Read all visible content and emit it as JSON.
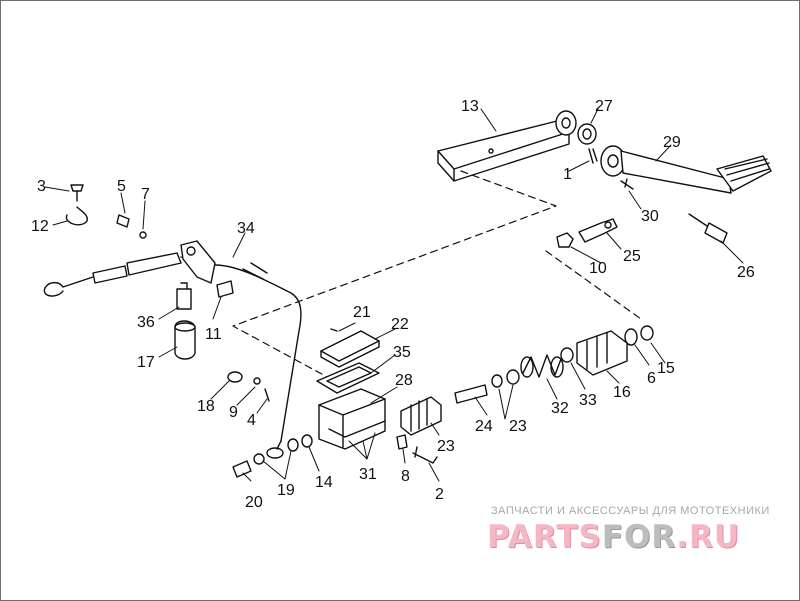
{
  "diagram": {
    "labels": {
      "l1": "1",
      "l2": "2",
      "l3": "3",
      "l4": "4",
      "l5": "5",
      "l6": "6",
      "l7": "7",
      "l8": "8",
      "l9": "9",
      "l10": "10",
      "l11": "11",
      "l12": "12",
      "l13": "13",
      "l14": "14",
      "l15": "15",
      "l16": "16",
      "l17": "17",
      "l18": "18",
      "l19": "19",
      "l20": "20",
      "l21": "21",
      "l22": "22",
      "l23a": "23",
      "l23b": "23",
      "l24": "24",
      "l25": "25",
      "l26": "26",
      "l27": "27",
      "l28": "28",
      "l29": "29",
      "l30": "30",
      "l31": "31",
      "l32": "32",
      "l33": "33",
      "l34": "34",
      "l35": "35",
      "l36": "36"
    }
  },
  "watermark": {
    "caption": "ЗАПЧАСТИ И АКСЕССУАРЫ ДЛЯ МОТОТЕХНИКИ",
    "logo_a": "PARTS",
    "logo_b": "FOR",
    "logo_c": ".RU",
    "colors": {
      "logo": "#f3b8c4",
      "logo_mid": "#bdbdbd"
    }
  }
}
